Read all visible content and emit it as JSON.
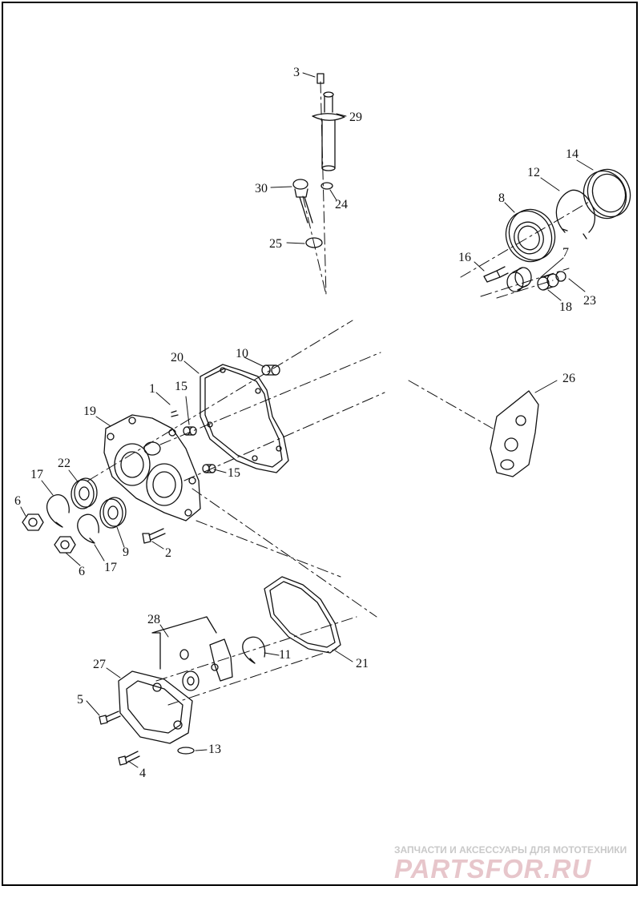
{
  "diagram": {
    "callouts": [
      "1",
      "2",
      "3",
      "4",
      "5",
      "6",
      "6",
      "7",
      "8",
      "9",
      "10",
      "11",
      "12",
      "13",
      "14",
      "15",
      "15",
      "16",
      "17",
      "17",
      "18",
      "19",
      "20",
      "21",
      "22",
      "23",
      "24",
      "25",
      "26",
      "27",
      "28",
      "29",
      "30"
    ]
  },
  "watermark": {
    "tagline": "ЗАПЧАСТИ И АКСЕССУАРЫ ДЛЯ МОТОТЕХНИКИ",
    "brand": "PARTSFOR.RU",
    "brand_color": "#d98c98"
  }
}
